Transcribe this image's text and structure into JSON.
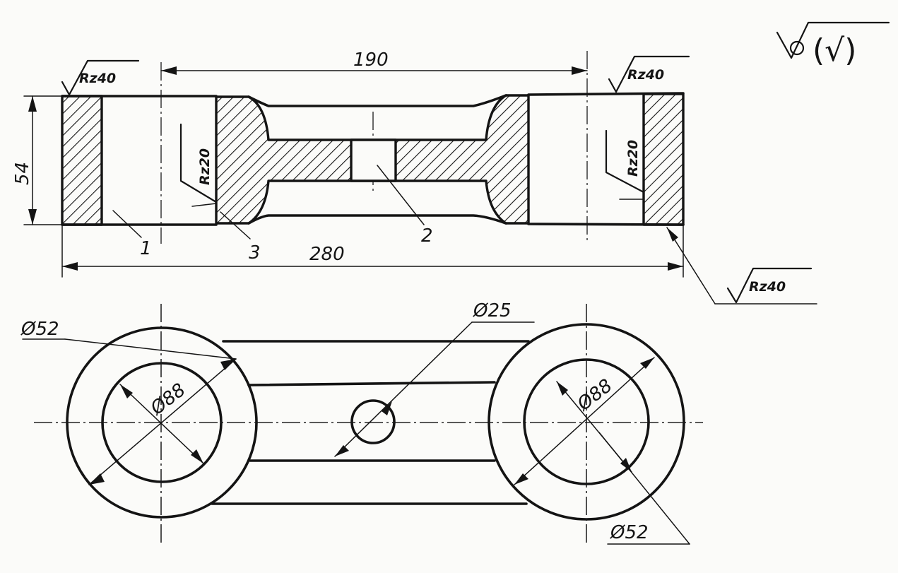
{
  "dimensions": {
    "length_190": "190",
    "length_280": "280",
    "height_54": "54",
    "dia_52_left": "Ø52",
    "dia_88_left": "Ø88",
    "dia_25": "Ø25",
    "dia_88_right": "Ø88",
    "dia_52_right": "Ø52"
  },
  "roughness": {
    "top_left": "Rz40",
    "top_right": "Rz40",
    "bore_left": "Rz20",
    "bore_right": "Rz20",
    "bottom_right": "Rz40",
    "general": "(√)"
  },
  "callouts": {
    "part_1": "1",
    "part_2": "2",
    "part_3": "3"
  }
}
